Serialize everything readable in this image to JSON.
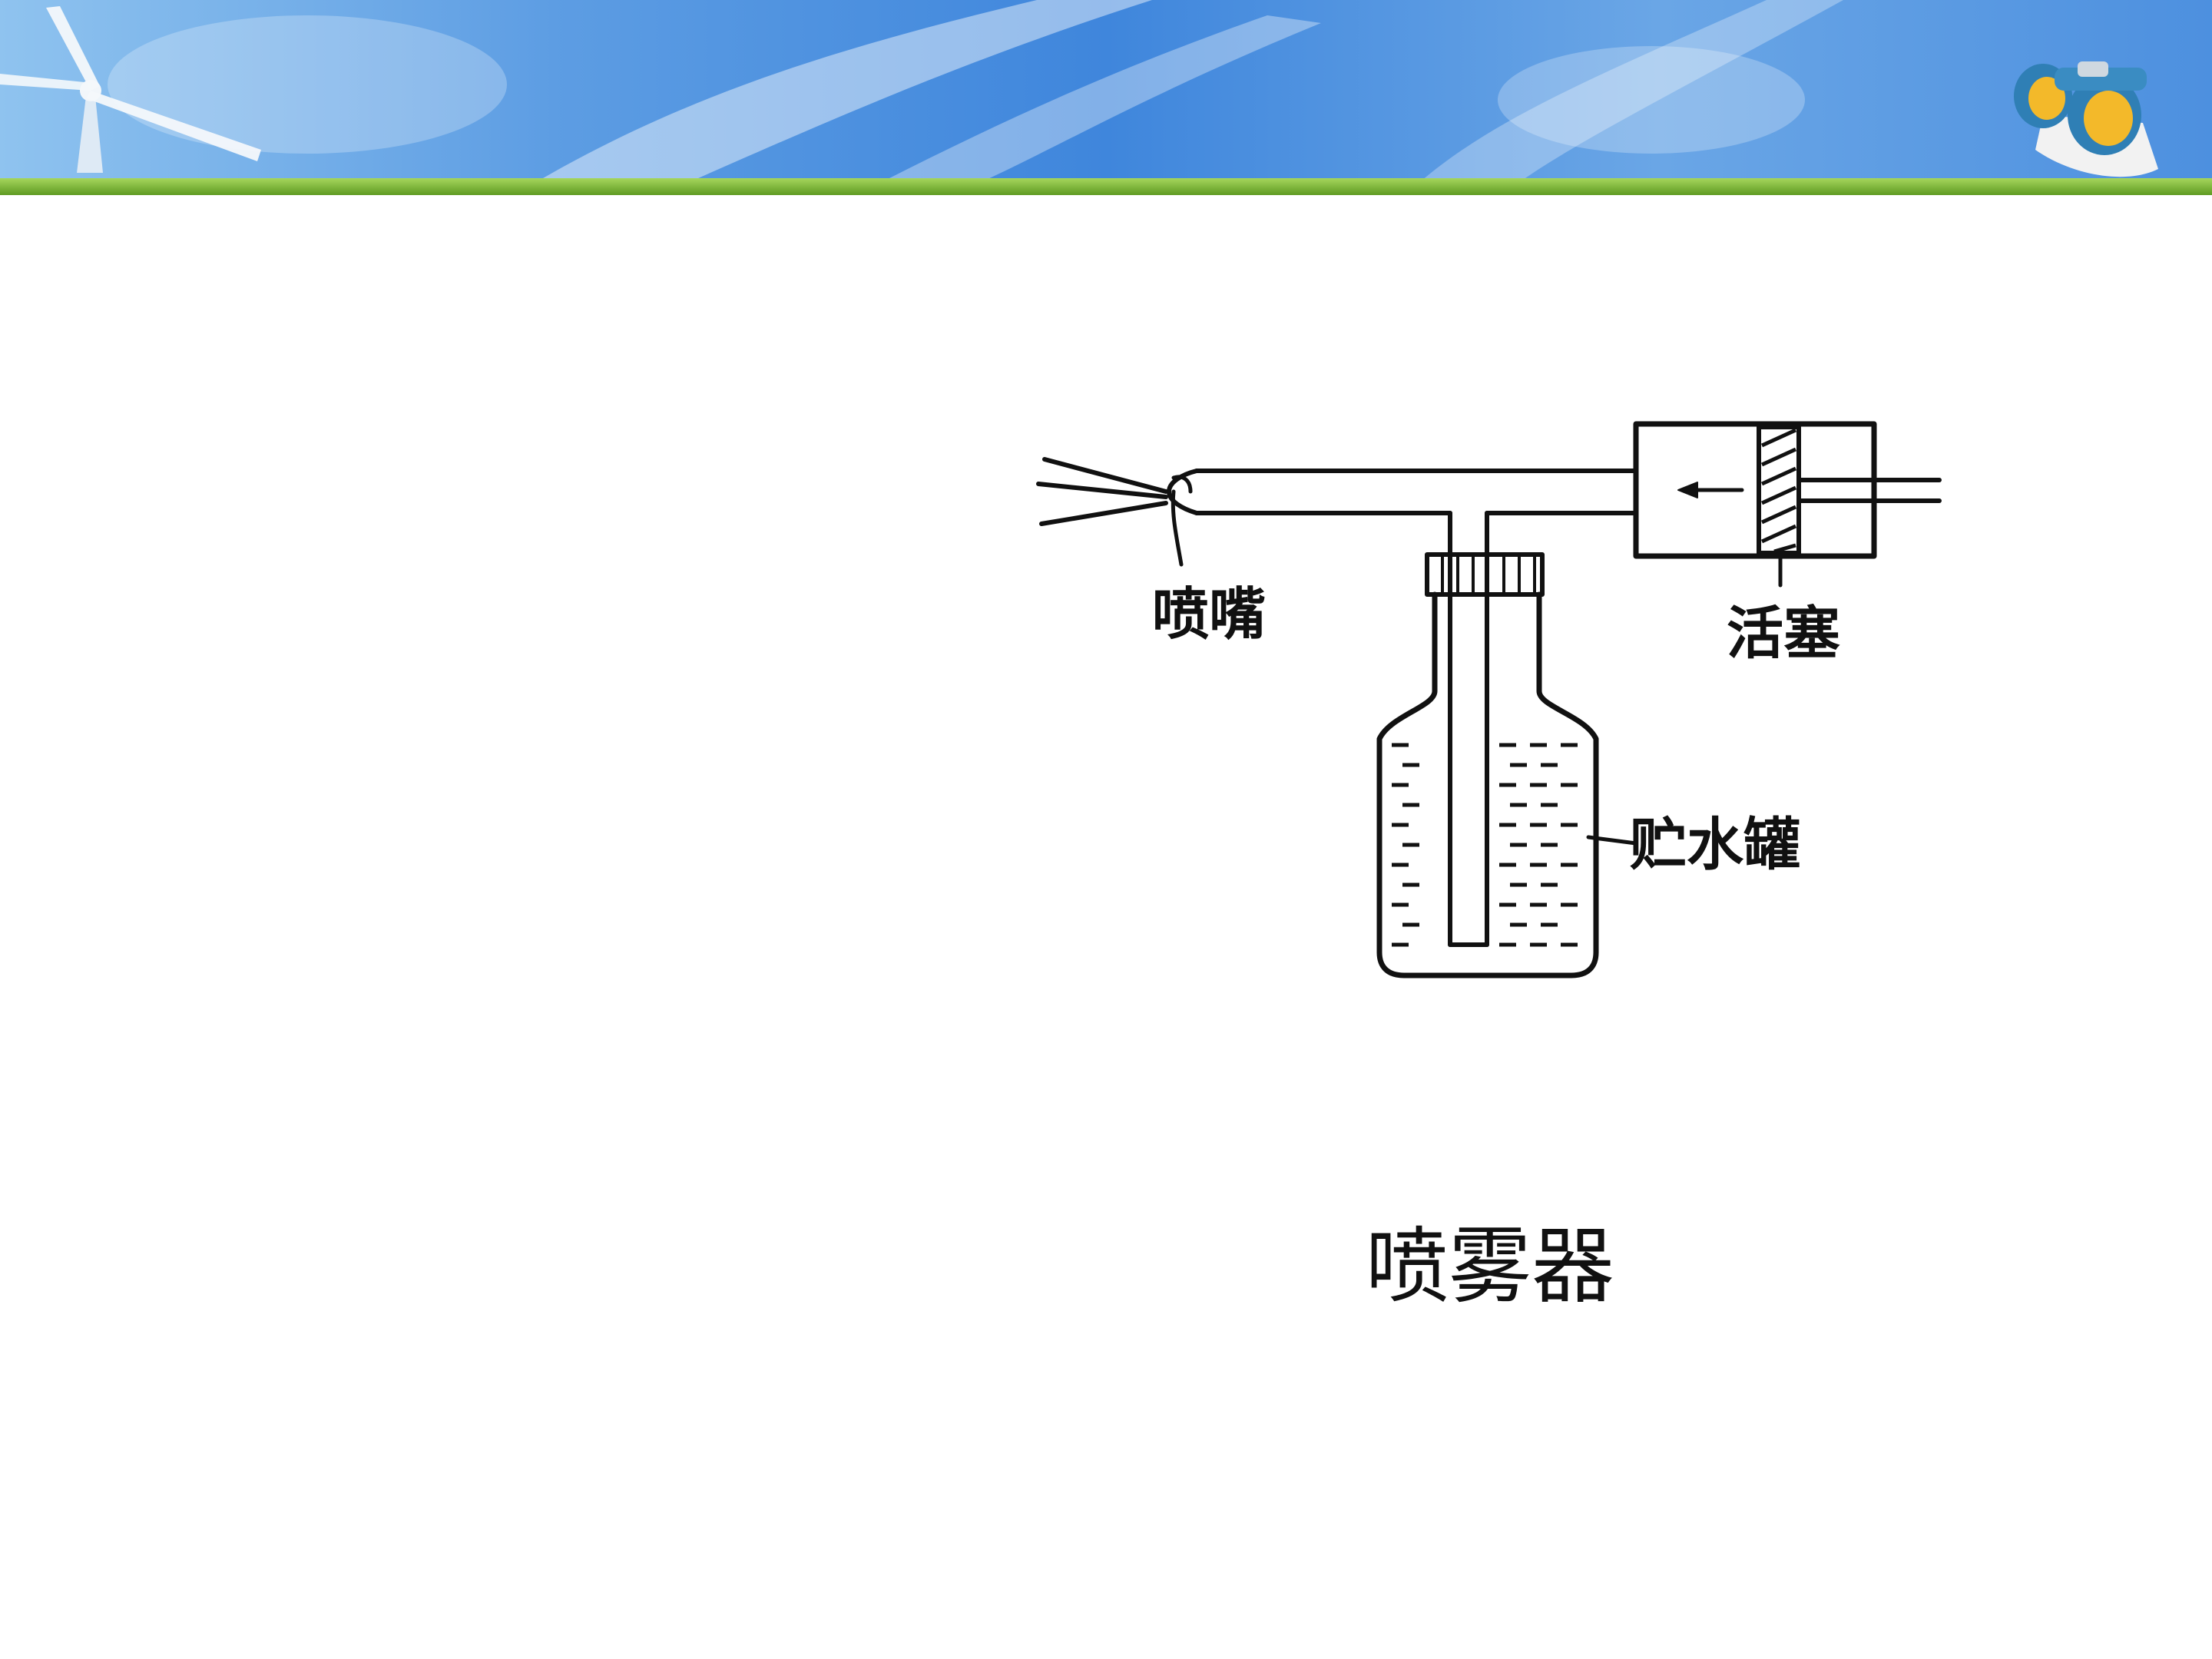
{
  "labels": {
    "nozzle": "喷嘴",
    "piston": "活塞",
    "tank": "贮水罐"
  },
  "caption": "喷雾器",
  "icons": {
    "left": "wind-turbine-icon",
    "right": "binoculars-icon"
  },
  "colors": {
    "sky": "#6fa9e6",
    "green_stripe": "#7ab83a",
    "ink": "#111111"
  }
}
